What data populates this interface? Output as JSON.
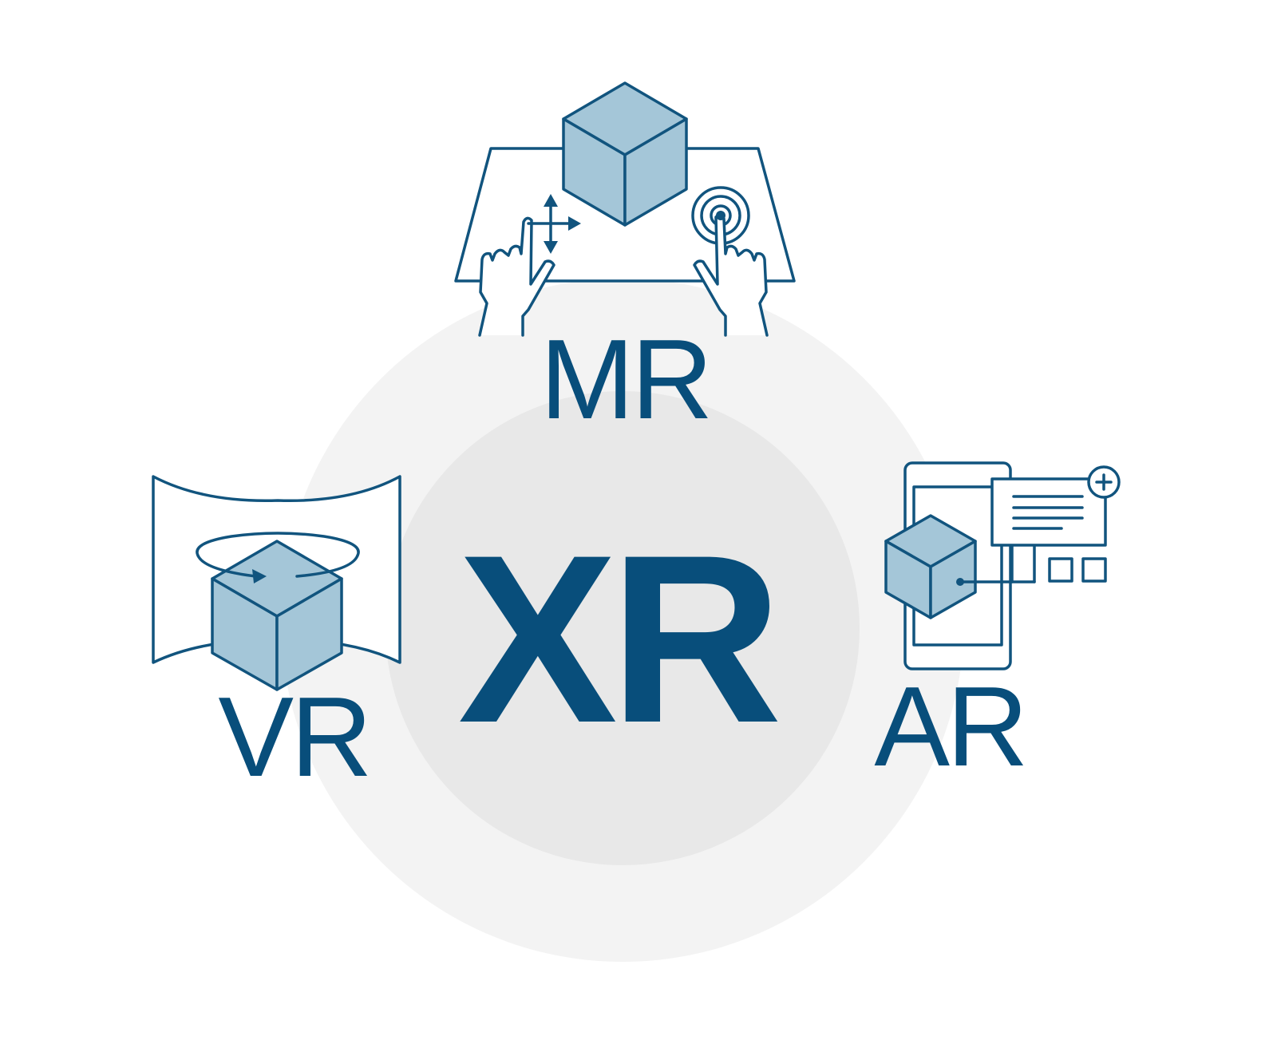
{
  "center": {
    "label": "XR"
  },
  "nodes": {
    "mr": {
      "label": "MR"
    },
    "vr": {
      "label": "VR"
    },
    "ar": {
      "label": "AR"
    }
  },
  "colors": {
    "text": "#084e7b",
    "outline": "#11547e",
    "cube_fill": "#a4c6d8",
    "outer_circle": "#f3f3f3",
    "inner_circle": "#e8e8e8",
    "background": "#ffffff"
  },
  "icons": {
    "mr": [
      "table-surface-icon",
      "cube-icon",
      "hand-move-gesture-icon",
      "hand-tap-gesture-icon"
    ],
    "vr": [
      "curved-screen-icon",
      "rotating-cube-icon"
    ],
    "ar": [
      "smartphone-icon",
      "cube-icon",
      "info-panel-icon",
      "add-icon"
    ]
  }
}
